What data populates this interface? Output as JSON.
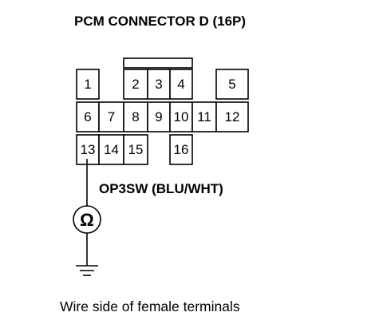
{
  "title": "PCM CONNECTOR D (16P)",
  "wire_label": "OP3SW (BLU/WHT)",
  "caption": "Wire side of female terminals",
  "meter_symbol": "Ω",
  "connector": {
    "pins": [
      {
        "label": "1",
        "row": 0,
        "col": 0
      },
      {
        "label": "2",
        "row": 0,
        "col": 3
      },
      {
        "label": "3",
        "row": 0,
        "col": 4
      },
      {
        "label": "4",
        "row": 0,
        "col": 5
      },
      {
        "label": "5",
        "row": 0,
        "col": 7
      },
      {
        "label": "6",
        "row": 1,
        "col": 0
      },
      {
        "label": "7",
        "row": 1,
        "col": 1
      },
      {
        "label": "8",
        "row": 1,
        "col": 3
      },
      {
        "label": "9",
        "row": 1,
        "col": 4
      },
      {
        "label": "10",
        "row": 1,
        "col": 5
      },
      {
        "label": "11",
        "row": 1,
        "col": 6
      },
      {
        "label": "12",
        "row": 1,
        "col": 7
      },
      {
        "label": "13",
        "row": 2,
        "col": 0
      },
      {
        "label": "14",
        "row": 2,
        "col": 1
      },
      {
        "label": "15",
        "row": 2,
        "col": 3
      },
      {
        "label": "16",
        "row": 2,
        "col": 5
      }
    ],
    "probe_pin": "13"
  }
}
